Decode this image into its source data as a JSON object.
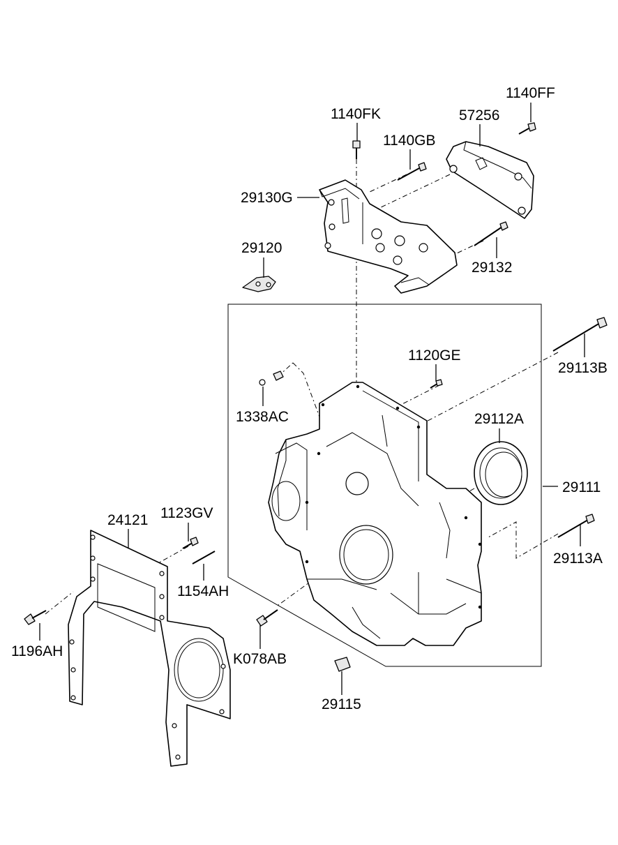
{
  "parts": [
    {
      "number": "1140FF",
      "name": "bolt"
    },
    {
      "number": "57256",
      "name": "cover"
    },
    {
      "number": "1140FK",
      "name": "bolt"
    },
    {
      "number": "1140GB",
      "name": "bolt"
    },
    {
      "number": "29130G",
      "name": "bracket"
    },
    {
      "number": "29120",
      "name": "bracket"
    },
    {
      "number": "29132",
      "name": "bolt"
    },
    {
      "number": "1120GE",
      "name": "bolt"
    },
    {
      "number": "29113B",
      "name": "bolt"
    },
    {
      "number": "1338AC",
      "name": "bolt-washer"
    },
    {
      "number": "29112A",
      "name": "oil-seal"
    },
    {
      "number": "29111",
      "name": "flywheel-housing"
    },
    {
      "number": "24121",
      "name": "gasket-plate"
    },
    {
      "number": "1123GV",
      "name": "bolt"
    },
    {
      "number": "29113A",
      "name": "bolt"
    },
    {
      "number": "1154AH",
      "name": "stud"
    },
    {
      "number": "1196AH",
      "name": "bolt"
    },
    {
      "number": "K078AB",
      "name": "bolt"
    },
    {
      "number": "29115",
      "name": "plug"
    }
  ]
}
